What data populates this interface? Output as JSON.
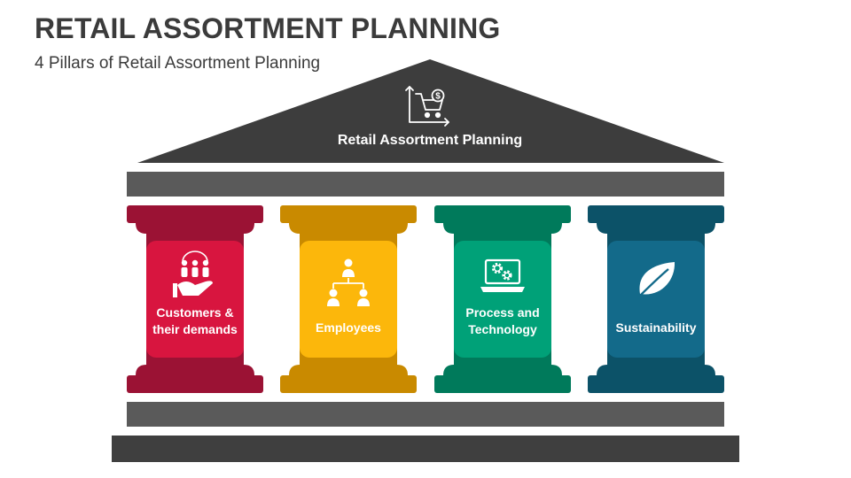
{
  "header": {
    "title": "RETAIL ASSORTMENT PLANNING",
    "subtitle": "4 Pillars of Retail Assortment Planning"
  },
  "roof": {
    "label": "Retail Assortment Planning",
    "icon": "shopping-cart-chart-icon",
    "color": "#3d3d3d"
  },
  "beam_color": "#5a5a5a",
  "base_color": "#3f3f3f",
  "pillars": [
    {
      "label": "Customers &\ntheir demands",
      "icon": "customers-hand-icon",
      "dark": "#9b1234",
      "light": "#d8153f"
    },
    {
      "label": "Employees",
      "icon": "org-chart-icon",
      "dark": "#c98a00",
      "light": "#fcb70b"
    },
    {
      "label": "Process and\nTechnology",
      "icon": "laptop-gears-icon",
      "dark": "#007a5b",
      "light": "#00a178"
    },
    {
      "label": "Sustainability",
      "icon": "leaf-icon",
      "dark": "#0c5268",
      "light": "#136a8a"
    }
  ]
}
